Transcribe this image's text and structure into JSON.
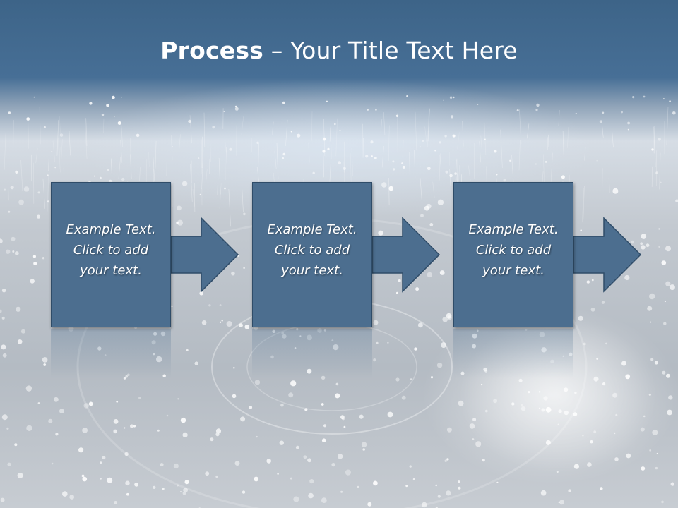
{
  "slide": {
    "title_bold": "Process",
    "title_rest": " – Your Title Text Here"
  },
  "steps": [
    {
      "text": "Example Text.\nClick  to add\nyour text."
    },
    {
      "text": "Example Text.\nClick  to add\nyour text."
    },
    {
      "text": "Example Text.\nClick  to add\nyour text."
    }
  ],
  "colors": {
    "box_fill": "#4c6e8f",
    "box_border": "#2f4c68",
    "header_band": "#476f96",
    "title_text": "#ffffff"
  }
}
